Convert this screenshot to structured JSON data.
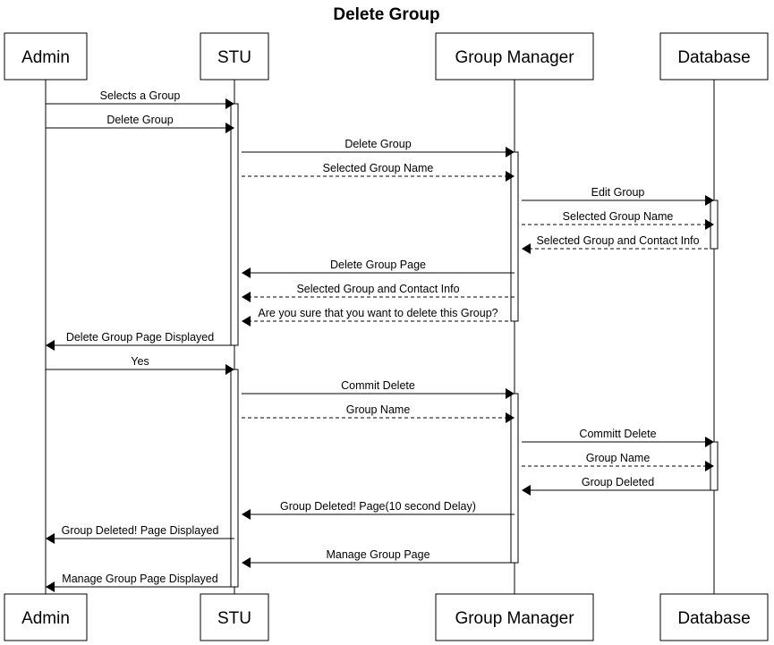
{
  "title": "Delete Group",
  "actors": [
    {
      "id": "admin",
      "label": "Admin"
    },
    {
      "id": "stu",
      "label": "STU"
    },
    {
      "id": "gm",
      "label": "Group Manager"
    },
    {
      "id": "db",
      "label": "Database"
    }
  ],
  "messages": [
    {
      "from": "admin",
      "to": "stu",
      "label": "Selects a Group",
      "style": "solid"
    },
    {
      "from": "admin",
      "to": "stu",
      "label": "Delete Group",
      "style": "solid"
    },
    {
      "from": "stu",
      "to": "gm",
      "label": "Delete Group",
      "style": "solid"
    },
    {
      "from": "stu",
      "to": "gm",
      "label": "Selected Group Name",
      "style": "dashed"
    },
    {
      "from": "gm",
      "to": "db",
      "label": "Edit Group",
      "style": "solid"
    },
    {
      "from": "gm",
      "to": "db",
      "label": "Selected Group Name",
      "style": "dashed"
    },
    {
      "from": "db",
      "to": "gm",
      "label": "Selected Group and Contact Info",
      "style": "dashed"
    },
    {
      "from": "gm",
      "to": "stu",
      "label": "Delete Group Page",
      "style": "solid"
    },
    {
      "from": "gm",
      "to": "stu",
      "label": "Selected Group and Contact Info",
      "style": "dashed"
    },
    {
      "from": "gm",
      "to": "stu",
      "label": "Are you sure that you want to delete this Group?",
      "style": "dashed"
    },
    {
      "from": "stu",
      "to": "admin",
      "label": "Delete Group Page Displayed",
      "style": "solid"
    },
    {
      "from": "admin",
      "to": "stu",
      "label": "Yes",
      "style": "solid"
    },
    {
      "from": "stu",
      "to": "gm",
      "label": "Commit Delete",
      "style": "solid"
    },
    {
      "from": "stu",
      "to": "gm",
      "label": "Group Name",
      "style": "dashed"
    },
    {
      "from": "gm",
      "to": "db",
      "label": "Committ Delete",
      "style": "solid"
    },
    {
      "from": "gm",
      "to": "db",
      "label": "Group Name",
      "style": "dashed"
    },
    {
      "from": "db",
      "to": "gm",
      "label": "Group Deleted",
      "style": "solid"
    },
    {
      "from": "gm",
      "to": "stu",
      "label": "Group Deleted! Page(10 second Delay)",
      "style": "solid"
    },
    {
      "from": "stu",
      "to": "admin",
      "label": "Group Deleted! Page Displayed",
      "style": "solid"
    },
    {
      "from": "gm",
      "to": "stu",
      "label": "Manage Group Page",
      "style": "solid"
    },
    {
      "from": "stu",
      "to": "admin",
      "label": "Manage Group Page Displayed",
      "style": "solid"
    }
  ],
  "activations": [
    {
      "actor": "stu",
      "from_message": 0,
      "to_message": 10
    },
    {
      "actor": "gm",
      "from_message": 2,
      "to_message": 9
    },
    {
      "actor": "db",
      "from_message": 4,
      "to_message": 6
    },
    {
      "actor": "stu",
      "from_message": 11,
      "to_message": 20
    },
    {
      "actor": "gm",
      "from_message": 12,
      "to_message": 19
    },
    {
      "actor": "db",
      "from_message": 14,
      "to_message": 16
    }
  ]
}
